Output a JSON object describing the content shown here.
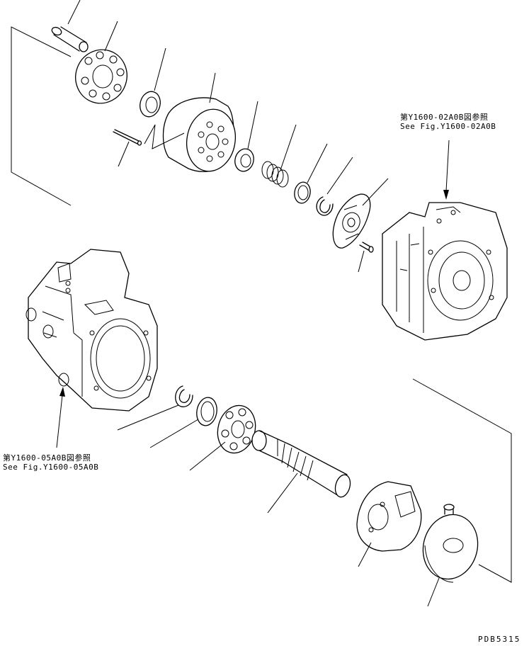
{
  "figure": {
    "code": "PDB5315"
  },
  "references": {
    "rear_housing": {
      "jp": "第Y1600-02A0B図参照",
      "en": "See Fig.Y1600-02A0B"
    },
    "front_housing": {
      "jp": "第Y1600-05A0B図参照",
      "en": "See Fig.Y1600-05A0B"
    }
  },
  "colors": {
    "ink": "#000000",
    "paper": "#ffffff"
  }
}
